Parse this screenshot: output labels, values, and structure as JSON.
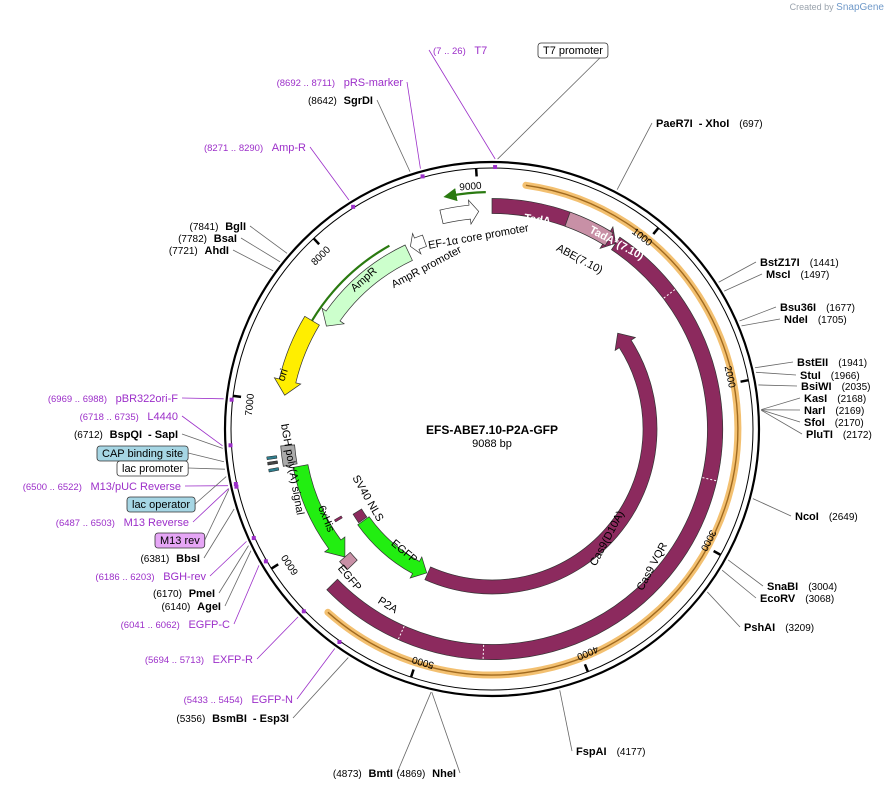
{
  "credit": {
    "prefix": "Created by",
    "brand": "SnapGene"
  },
  "plasmid": {
    "name": "EFS-ABE7.10-P2A-GFP",
    "length_label": "9088 bp",
    "length": 9088
  },
  "ticks": [
    "1000",
    "2000",
    "3000",
    "4000",
    "5000",
    "6000",
    "7000",
    "8000",
    "9000"
  ],
  "enzymes_right": [
    {
      "name": "PaeR7I",
      "name2": "XhoI",
      "pos": "(697)"
    },
    {
      "name": "BstZ17I",
      "pos": "(1441)"
    },
    {
      "name": "MscI",
      "pos": "(1497)"
    },
    {
      "name": "Bsu36I",
      "pos": "(1677)"
    },
    {
      "name": "NdeI",
      "pos": "(1705)"
    },
    {
      "name": "BstEII",
      "pos": "(1941)"
    },
    {
      "name": "StuI",
      "pos": "(1966)"
    },
    {
      "name": "BsiWI",
      "pos": "(2035)"
    },
    {
      "name": "KasI",
      "pos": "(2168)"
    },
    {
      "name": "NarI",
      "pos": "(2169)"
    },
    {
      "name": "SfoI",
      "pos": "(2170)"
    },
    {
      "name": "PluTI",
      "pos": "(2172)"
    },
    {
      "name": "NcoI",
      "pos": "(2649)"
    },
    {
      "name": "SnaBI",
      "pos": "(3004)"
    },
    {
      "name": "EcoRV",
      "pos": "(3068)"
    },
    {
      "name": "PshAI",
      "pos": "(3209)"
    },
    {
      "name": "FspAI",
      "pos": "(4177)"
    }
  ],
  "enzymes_left": [
    {
      "name": "SgrDI",
      "pos": "(8642)"
    },
    {
      "name": "BglI",
      "pos": "(7841)"
    },
    {
      "name": "BsaI",
      "pos": "(7782)"
    },
    {
      "name": "AhdI",
      "pos": "(7721)"
    },
    {
      "name": "BspQI",
      "name2": "SapI",
      "pos": "(6712)"
    },
    {
      "name": "BbsI",
      "pos": "(6381)"
    },
    {
      "name": "PmeI",
      "pos": "(6170)"
    },
    {
      "name": "AgeI",
      "pos": "(6140)"
    },
    {
      "name": "BsmBI",
      "name2": "Esp3I",
      "pos": "(5356)"
    },
    {
      "name": "BmtI",
      "pos": "(4873)"
    },
    {
      "name": "NheI",
      "pos": "(4869)"
    }
  ],
  "primers": [
    {
      "name": "T7",
      "range": "(7 .. 26)"
    },
    {
      "name": "pRS-marker",
      "range": "(8692 .. 8711)"
    },
    {
      "name": "Amp-R",
      "range": "(8271 .. 8290)"
    },
    {
      "name": "pBR322ori-F",
      "range": "(6969 .. 6988)"
    },
    {
      "name": "L4440",
      "range": "(6718 .. 6735)"
    },
    {
      "name": "M13/pUC Reverse",
      "range": "(6500 .. 6522)"
    },
    {
      "name": "M13 Reverse",
      "range": "(6487 .. 6503)"
    },
    {
      "name": "BGH-rev",
      "range": "(6186 .. 6203)"
    },
    {
      "name": "EGFP-C",
      "range": "(6041 .. 6062)"
    },
    {
      "name": "EXFP-R",
      "range": "(5694 .. 5713)"
    },
    {
      "name": "EGFP-N",
      "range": "(5433 .. 5454)"
    }
  ],
  "boxes": {
    "t7_promoter": "T7 promoter",
    "cap_site": "CAP binding site",
    "lac_promoter": "lac promoter",
    "lac_operator": "lac operator",
    "m13_rev": "M13 rev"
  },
  "features": {
    "tada": "TadA",
    "tada_star": "TadA*(7.10)",
    "abe": "ABE(7.10)",
    "cas9_vqr": "Cas9 VQR",
    "cas9_d10a": "Cas9(D10A)",
    "egfp_inner": "EGFP",
    "sv40_nls": "SV40 NLS",
    "his": "6xHis",
    "bgh": "bGH poly(A) signal",
    "egfp_outer": "EGFP",
    "p2a": "P2A",
    "ori": "ori",
    "ampr": "AmpR",
    "ampr_promoter": "AmpR promoter",
    "ef1a": "EF-1α core promoter"
  },
  "colors": {
    "abe": "#8c2a5e",
    "abe_light": "#c890a6",
    "egfp": "#22ee11",
    "ori": "#ffee00",
    "ampr": "#ccffcc",
    "orf_line": "#2a7a10",
    "orf_fill": "#f3c070",
    "primer": "#9c2fc9",
    "cap": "#a6d6e4",
    "m13rev": "#e6a6f6",
    "bgh": "#aaaaaa"
  }
}
